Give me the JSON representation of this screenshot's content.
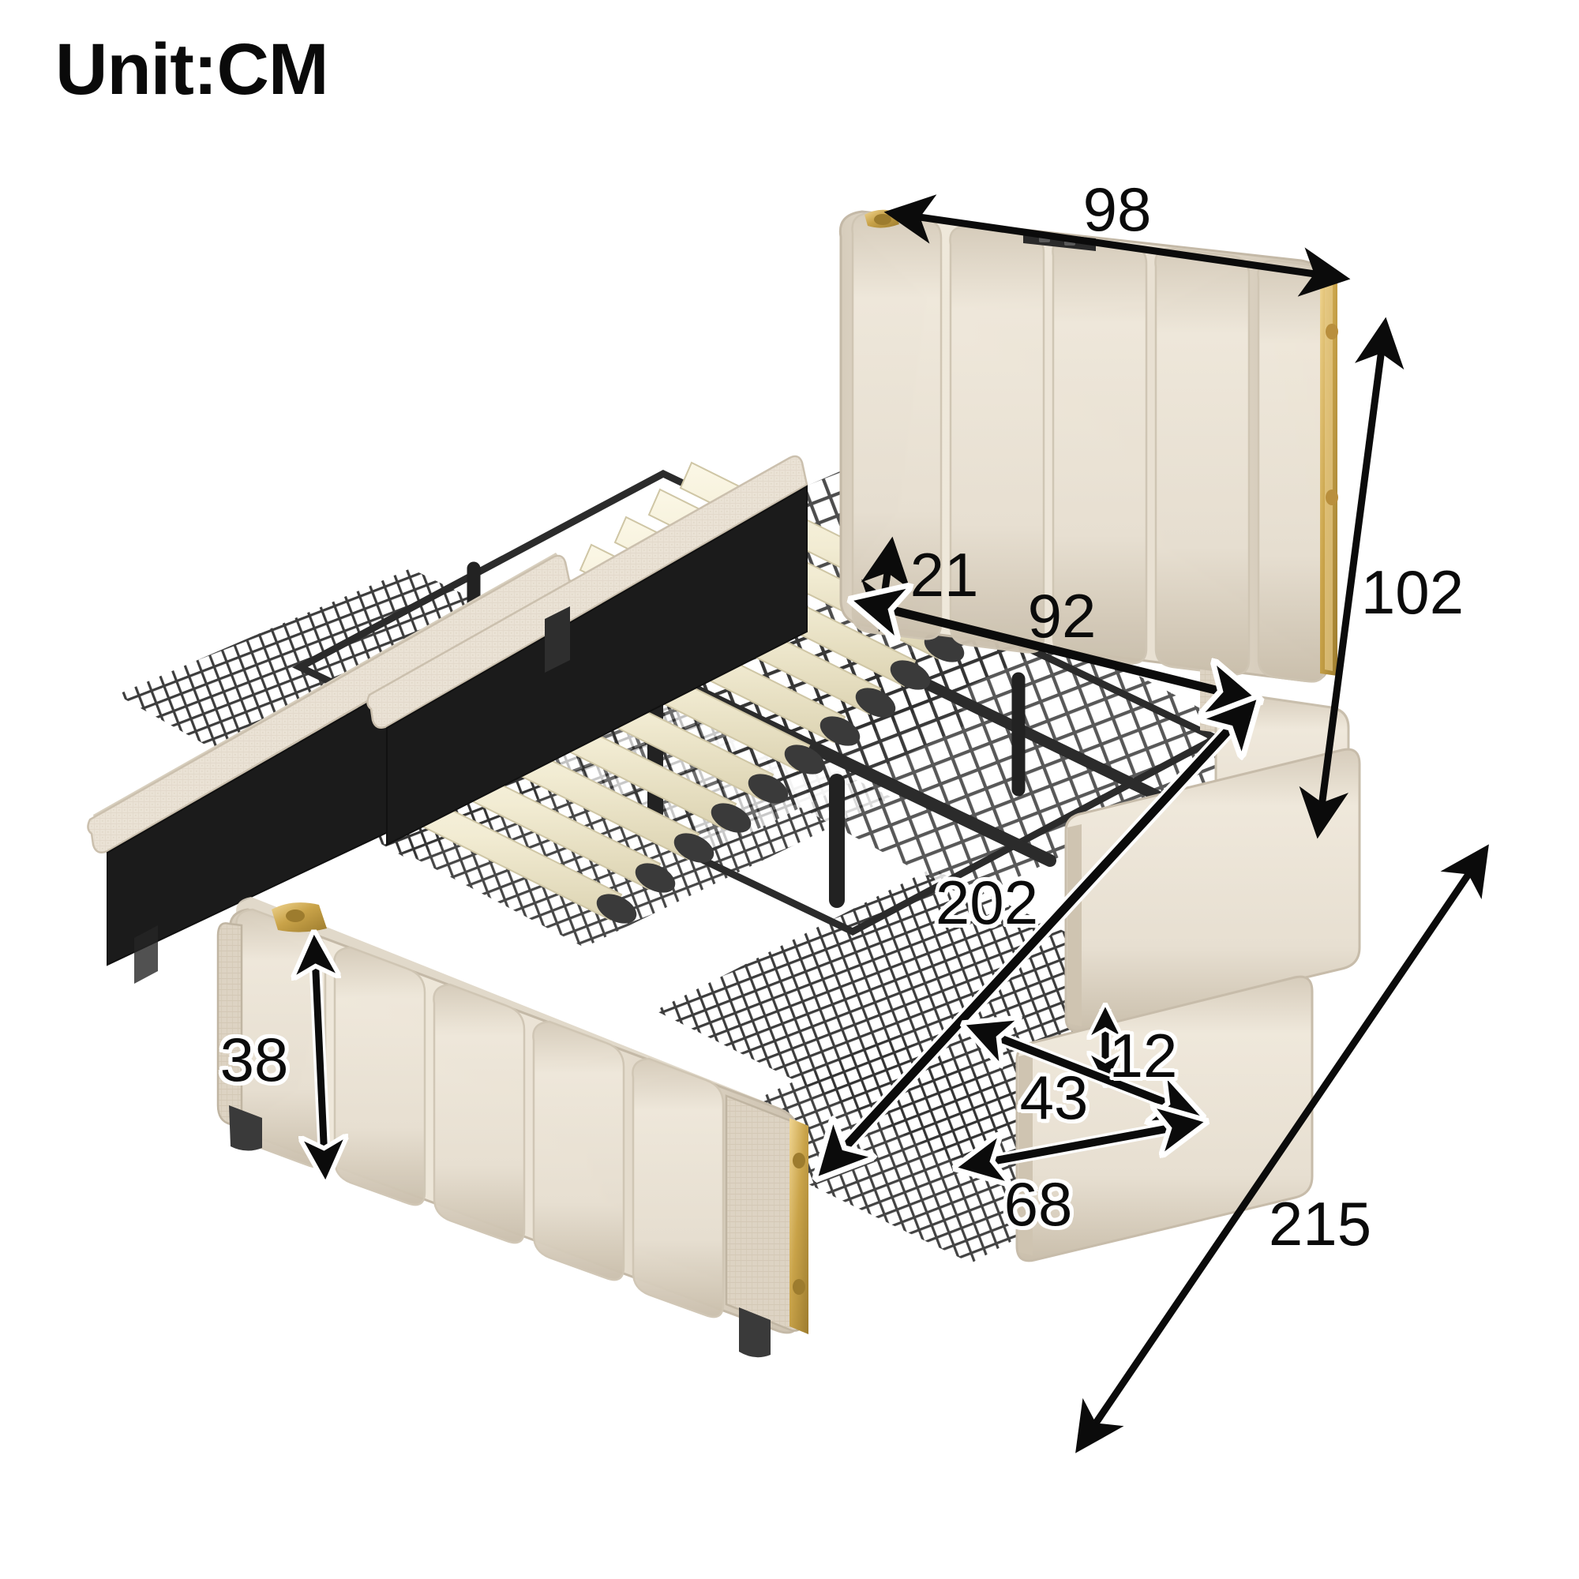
{
  "title": {
    "text": "Unit:CM"
  },
  "colors": {
    "background": "#ffffff",
    "line": "#0b0b0b",
    "fabric_light": "#efe8dc",
    "fabric_mid": "#e3dace",
    "fabric_shadow": "#d3c9ba",
    "fabric_deep": "#c3b8a6",
    "slat_wood": "#f2edd5",
    "slat_wood_dark": "#ddd5b4",
    "metal_black": "#2b2b2b",
    "metal_dark": "#1c1c1c",
    "panel_back": "#1a1a1a",
    "gold": "#c9a349",
    "gold_light": "#e6c87a"
  },
  "chart_data": {
    "type": "diagram",
    "subject": "upholstered storage bed with pull-out drawers",
    "unit": "CM",
    "title": "Unit:CM",
    "measurements": [
      {
        "id": "headboard-width",
        "label": "98",
        "value": 98,
        "unit": "cm",
        "arrow": "double",
        "orientation": "diagonal-horizontal",
        "describes": "headboard overall width"
      },
      {
        "id": "headboard-height",
        "label": "102",
        "value": 102,
        "unit": "cm",
        "arrow": "double",
        "orientation": "vertical",
        "describes": "overall headboard height from floor"
      },
      {
        "id": "headboard-to-slats",
        "label": "21",
        "value": 21,
        "unit": "cm",
        "arrow": "double",
        "orientation": "vertical",
        "describes": "headboard above mattress platform"
      },
      {
        "id": "mattress-width",
        "label": "92",
        "value": 92,
        "unit": "cm",
        "arrow": "double",
        "orientation": "diagonal-horizontal",
        "describes": "inner mattress width"
      },
      {
        "id": "mattress-length",
        "label": "202",
        "value": 202,
        "unit": "cm",
        "arrow": "double",
        "orientation": "diagonal-depth",
        "describes": "inner mattress length"
      },
      {
        "id": "drawer-depth-height",
        "label": "12",
        "value": 12,
        "unit": "cm",
        "arrow": "double",
        "orientation": "vertical",
        "describes": "drawer interior height"
      },
      {
        "id": "drawer-width",
        "label": "43",
        "value": 43,
        "unit": "cm",
        "arrow": "double",
        "orientation": "diagonal-horizontal",
        "describes": "drawer interior width"
      },
      {
        "id": "drawer-length",
        "label": "68",
        "value": 68,
        "unit": "cm",
        "arrow": "none",
        "orientation": "diagonal-horizontal",
        "describes": "drawer interior length"
      },
      {
        "id": "footboard-height",
        "label": "38",
        "value": 38,
        "unit": "cm",
        "arrow": "double",
        "orientation": "vertical",
        "describes": "footboard / frame side height"
      },
      {
        "id": "bed-overall-length",
        "label": "215",
        "value": 215,
        "unit": "cm",
        "arrow": "double",
        "orientation": "diagonal-depth",
        "describes": "overall bed length"
      }
    ]
  },
  "dimensions": {
    "headboard_width": "98",
    "headboard_height": "102",
    "headboard_rise": "21",
    "mattress_width": "92",
    "mattress_length": "202",
    "drawer_height": "12",
    "drawer_width": "43",
    "drawer_length": "68",
    "footboard_height": "38",
    "overall_length": "215"
  },
  "parts": {
    "headboard": "channel-tufted upholstered headboard",
    "footboard": "channel-tufted upholstered footboard",
    "side_rail_left": "upholstered side rail",
    "side_rail_right": "upholstered side rail",
    "slats": "wooden support slats",
    "frame": "black metal bed frame",
    "drawer_front_left_1": "upholstered drawer front",
    "drawer_front_left_2": "upholstered drawer front",
    "drawer_front_right_1": "upholstered drawer front",
    "drawer_front_right_2": "upholstered drawer front",
    "drawer_basket": "wire mesh drawer basket",
    "gold_trim": "gold metal corner trim"
  }
}
